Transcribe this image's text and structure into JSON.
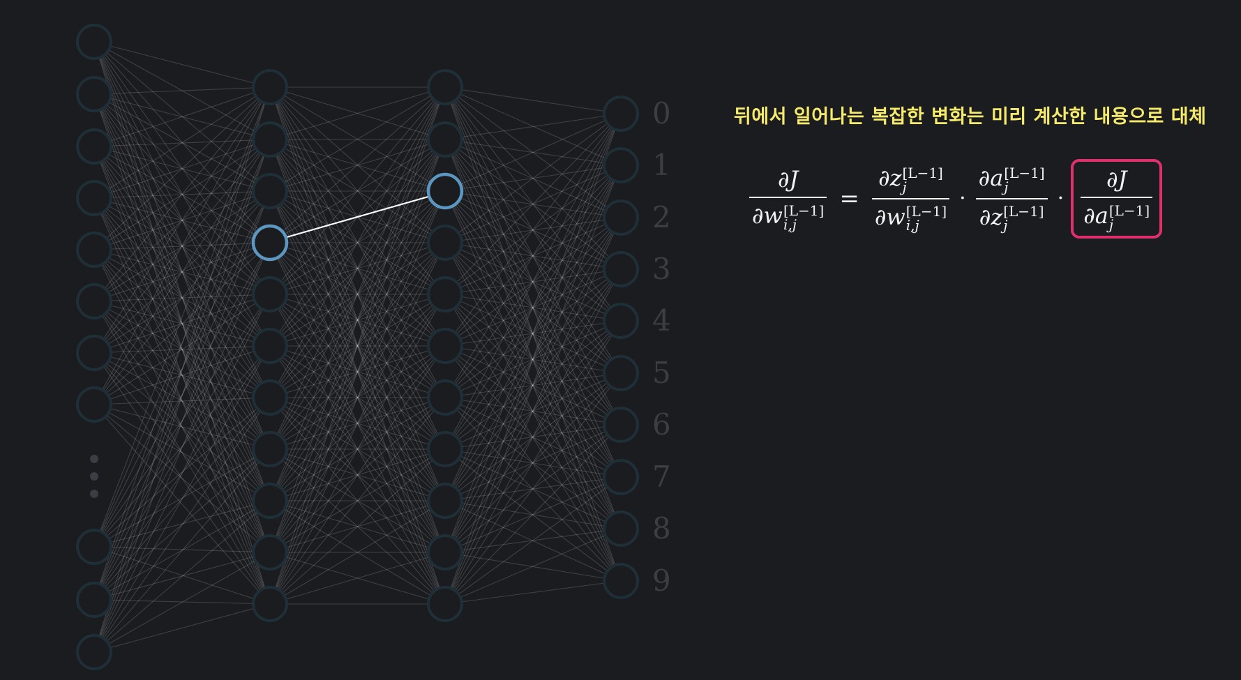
{
  "caption": "뒤에서 일어나는 복잡한 변화는 미리 계산한 내용으로 대체",
  "output_labels": [
    "0",
    "1",
    "2",
    "3",
    "4",
    "5",
    "6",
    "7",
    "8",
    "9"
  ],
  "colors": {
    "background": "#1b1c20",
    "caption": "#f6ea6a",
    "neuron_stroke": "#1f2f38",
    "highlight_neuron": "#5b97c0",
    "highlight_box": "#e0306b",
    "connection": "#ffffff"
  },
  "formula": {
    "lhs_num": "∂J",
    "lhs_den_base": "∂w",
    "lhs_den_sub": "i,j",
    "sup": "[L−1]",
    "t1_num_base": "∂z",
    "t1_num_sub": "j",
    "t1_den_base": "∂w",
    "t1_den_sub": "i,j",
    "t2_num_base": "∂a",
    "t2_num_sub": "j",
    "t2_den_base": "∂z",
    "t2_den_sub": "j",
    "t3_num": "∂J",
    "t3_den_base": "∂a",
    "t3_den_sub": "j",
    "equals": "=",
    "dot": "·"
  }
}
